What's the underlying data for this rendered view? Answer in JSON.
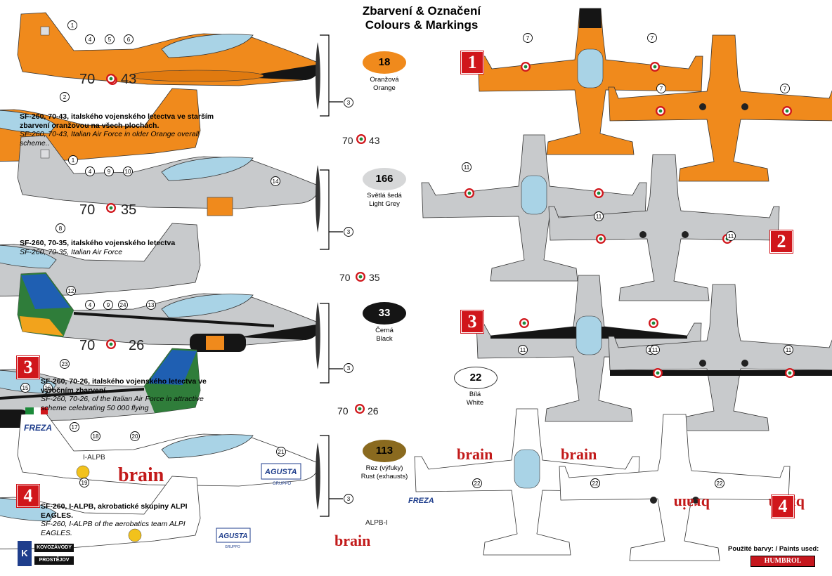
{
  "header": {
    "title_cz": "Zbarvení & Označení",
    "title_en": "Colours & Markings"
  },
  "colors": {
    "orange": "#f08a1c",
    "light_grey": "#c8cacc",
    "black": "#151515",
    "white": "#ffffff",
    "rust": "#8a6a1f",
    "roundel_red": "#d0161b",
    "roundel_green": "#1c8a3a",
    "canopy": "#a9d3e6"
  },
  "paints": [
    {
      "code": "18",
      "name_cz": "Oranžová",
      "name_en": "Orange"
    },
    {
      "code": "166",
      "name_cz": "Světlá šedá",
      "name_en": "Light Grey"
    },
    {
      "code": "33",
      "name_cz": "Černá",
      "name_en": "Black"
    },
    {
      "code": "22",
      "name_cz": "Bílá",
      "name_en": "White"
    },
    {
      "code": "113",
      "name_cz": "Rez (výfuky)",
      "name_en": "Rust (exhausts)"
    }
  ],
  "schemes": [
    {
      "number": "1",
      "title_cz": "SF-260, 70-43, italského vojenského letectva ve starším zbarvení oranžovou na všech plochách.",
      "title_en": "SF-260, 70-43, Italian Air Force in older Orange overall scheme..",
      "code_left": "70",
      "code_right": "43"
    },
    {
      "number": "2",
      "title_cz": "SF-260, 70-35, italského vojenského letectva",
      "title_en": "SF-260, 70-35, Italian Air Force",
      "code_left": "70",
      "code_right": "35"
    },
    {
      "number": "3",
      "title_cz": "SF-260, 70-26, italského vojenského letectva ve výročním zbarvení.",
      "title_en": "SF-260, 70-26, of the Italian Air Force in attractive scheme celebrating 50 000 flying",
      "code_left": "70",
      "code_right": "26"
    },
    {
      "number": "4",
      "title_cz": "SF-260, I-ALPB, akrobatické skupiny ALPI EAGLES.",
      "title_en": "SF-260, I-ALPB of the aerobatics team ALPI EAGLES.",
      "registration_left": "I-ALPB",
      "registration_right": "ALPB-I",
      "sponsor_main": "brain",
      "sponsor_fin": "FREZA",
      "sponsor_cowl": "AGUSTA",
      "sponsor_cowl_sub": "GRUPPO"
    }
  ],
  "callouts": {
    "a1_left": [
      "1",
      "2",
      "3",
      "4",
      "5",
      "6"
    ],
    "a2_left": [
      "1",
      "3",
      "4",
      "8",
      "9",
      "10",
      "14"
    ],
    "a3_left": [
      "3",
      "4",
      "9",
      "12",
      "13",
      "23",
      "24"
    ],
    "a4_left": [
      "3",
      "15",
      "16",
      "17",
      "18",
      "19",
      "20",
      "21"
    ],
    "plan_1": [
      "7",
      "7",
      "7",
      "7"
    ],
    "plan_2": [
      "11",
      "11",
      "11",
      "11"
    ],
    "plan_3": [
      "11",
      "11",
      "11",
      "11"
    ],
    "plan_4": [
      "22",
      "22",
      "22",
      "22"
    ]
  },
  "footer": {
    "brand_letter": "K",
    "brand_line1": "KOVOZÁVODY",
    "brand_line2": "PROSTĚJOV",
    "paints_used": "Použité barvy: / Paints used:",
    "paint_brand": "HUMBROL"
  }
}
